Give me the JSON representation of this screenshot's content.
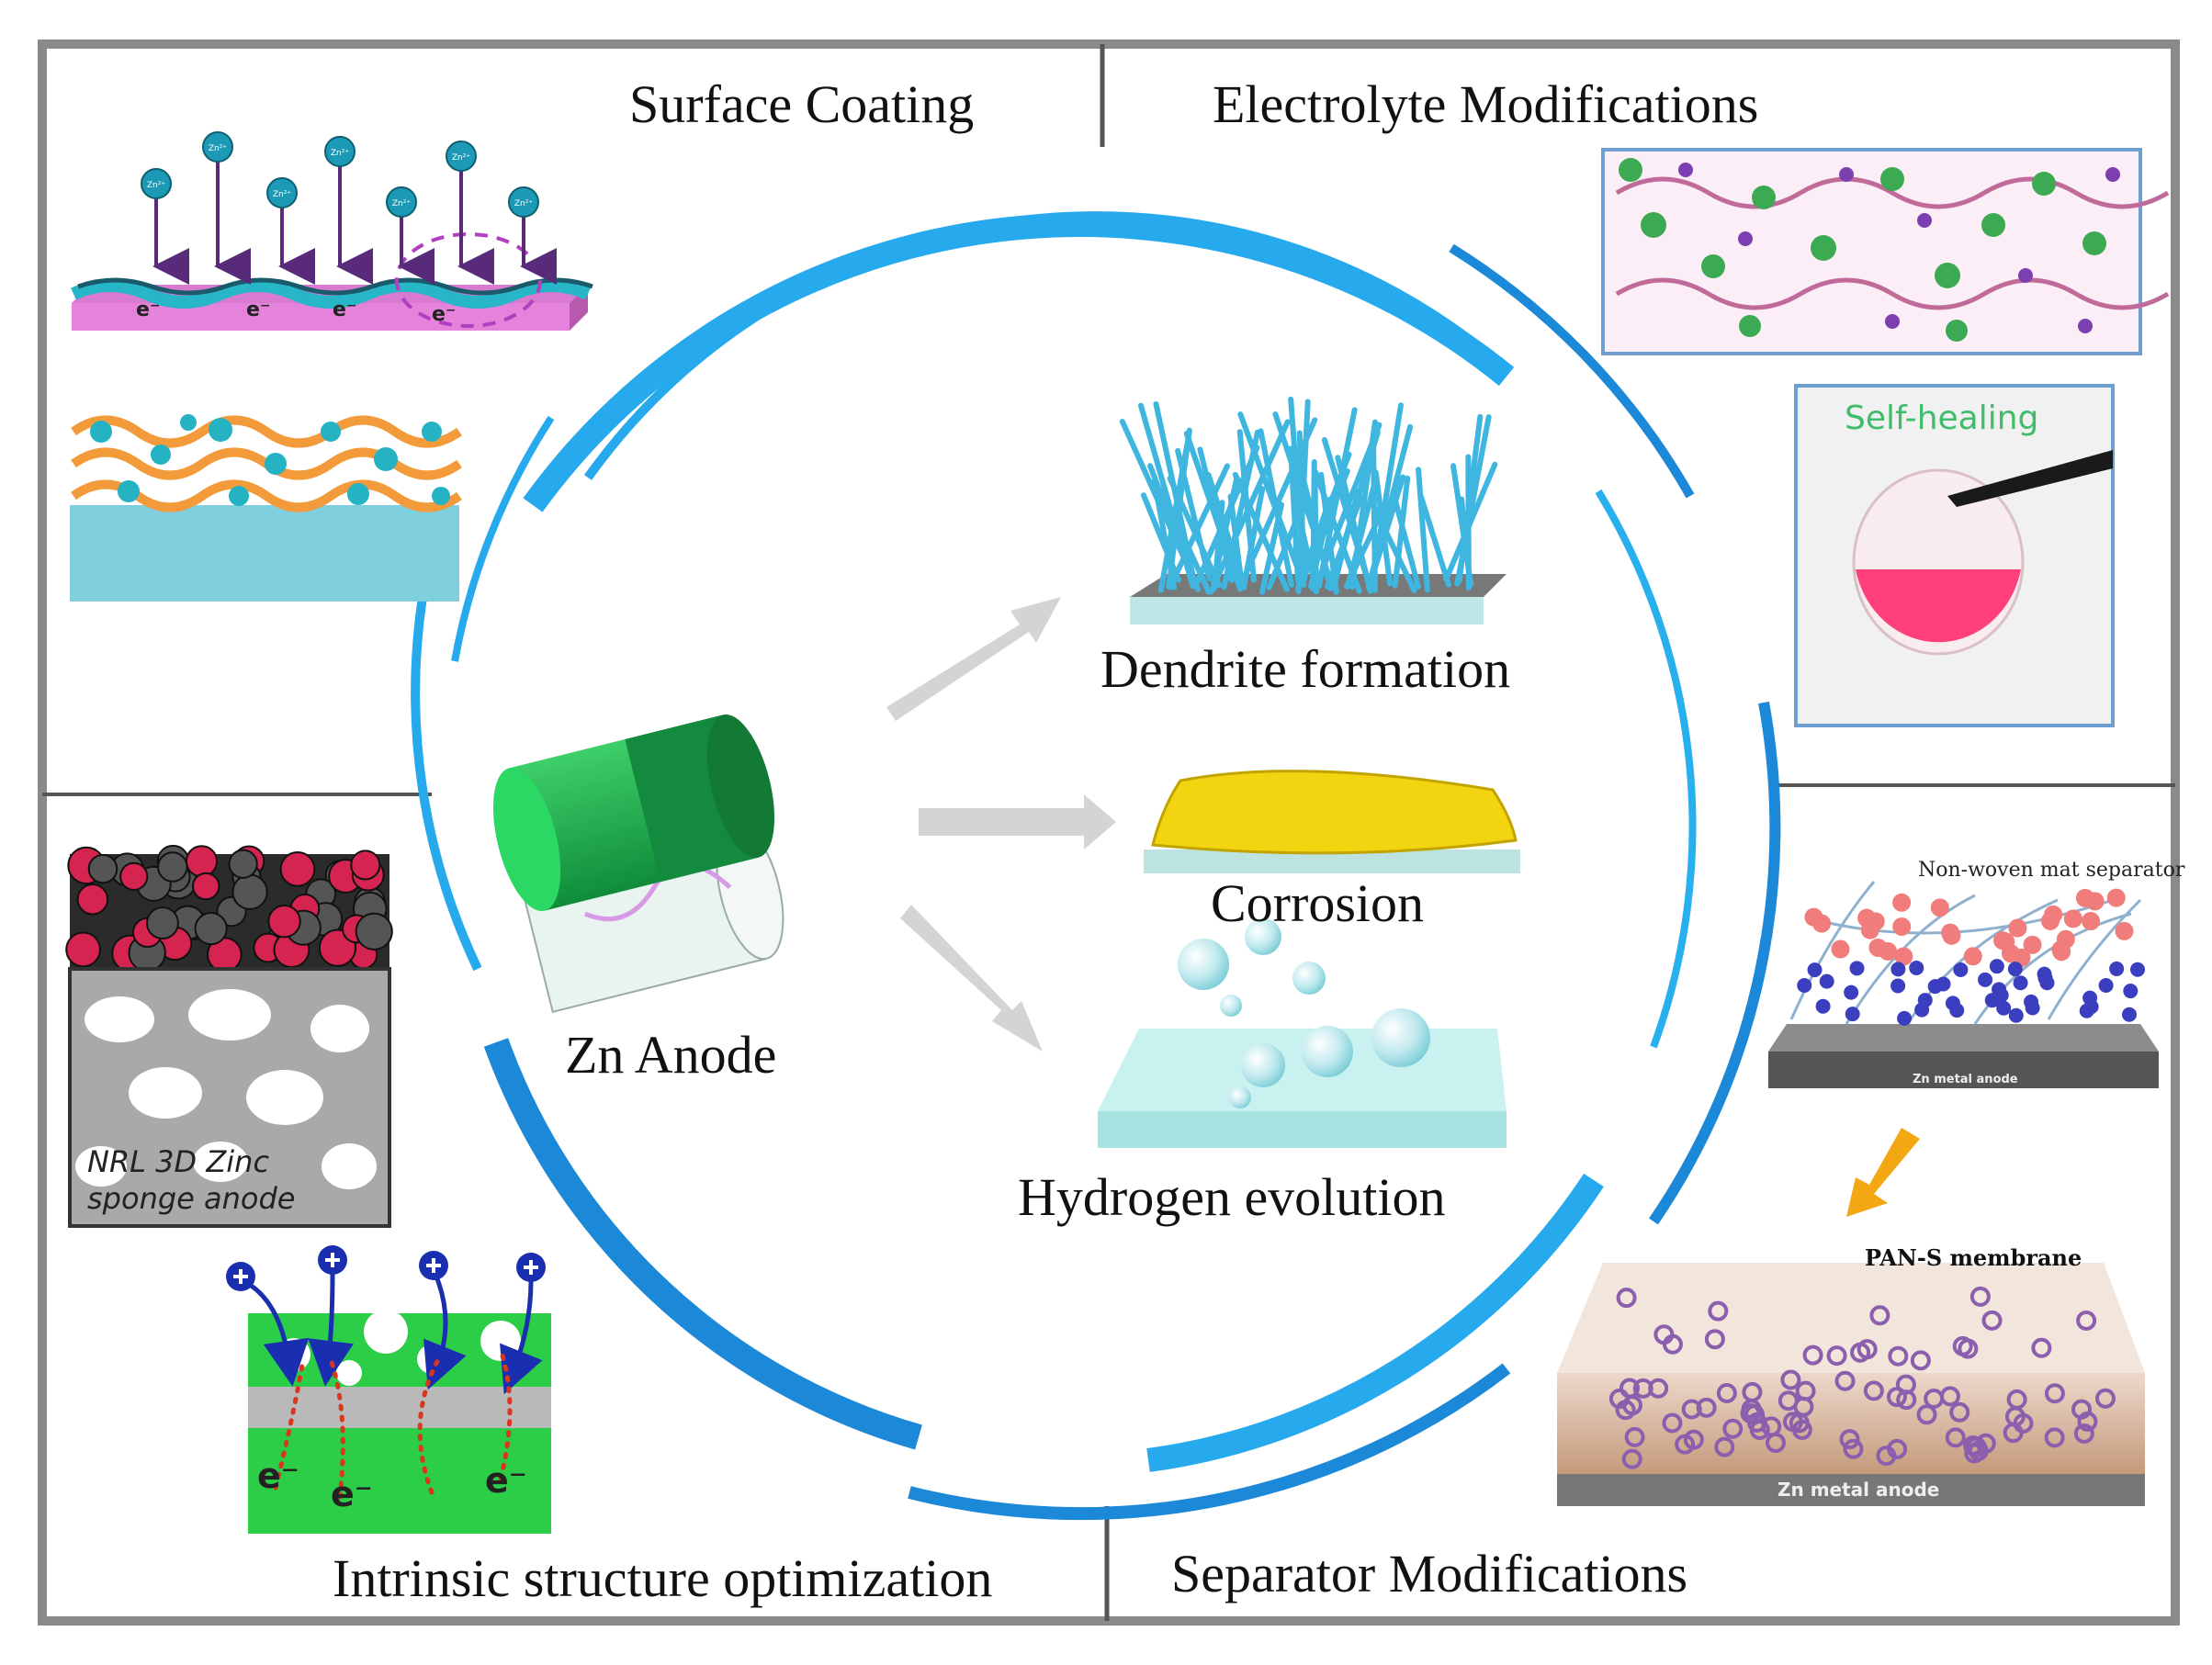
{
  "sections": {
    "surface_coating": "Surface Coating",
    "electrolyte": "Electrolyte Modifications",
    "intrinsic": "Intrinsic structure optimization",
    "separator": "Separator Modifications"
  },
  "center": {
    "anode": "Zn Anode",
    "dendrite": "Dendrite formation",
    "corrosion": "Corrosion",
    "hydrogen": "Hydrogen evolution"
  },
  "insets": {
    "zn_ion": "Zn²⁺",
    "electron": "e⁻",
    "self_healing": "Self-healing",
    "sponge_line1": "NRL 3D Zinc",
    "sponge_line2": "sponge anode",
    "nonwoven": "Non-woven mat separator",
    "zn_metal_anode": "Zn metal anode",
    "pan_s": "PAN-S membrane"
  },
  "colors": {
    "ring": "#22a6ea",
    "ring_dark": "#1a7fd0",
    "zinc_green": "#1fa84a",
    "dendrite_blue": "#3fb6e0",
    "corrosion_yellow": "#f2d410",
    "membrane_tan": "#c9a78e",
    "arrow_orange": "#f3a712"
  }
}
